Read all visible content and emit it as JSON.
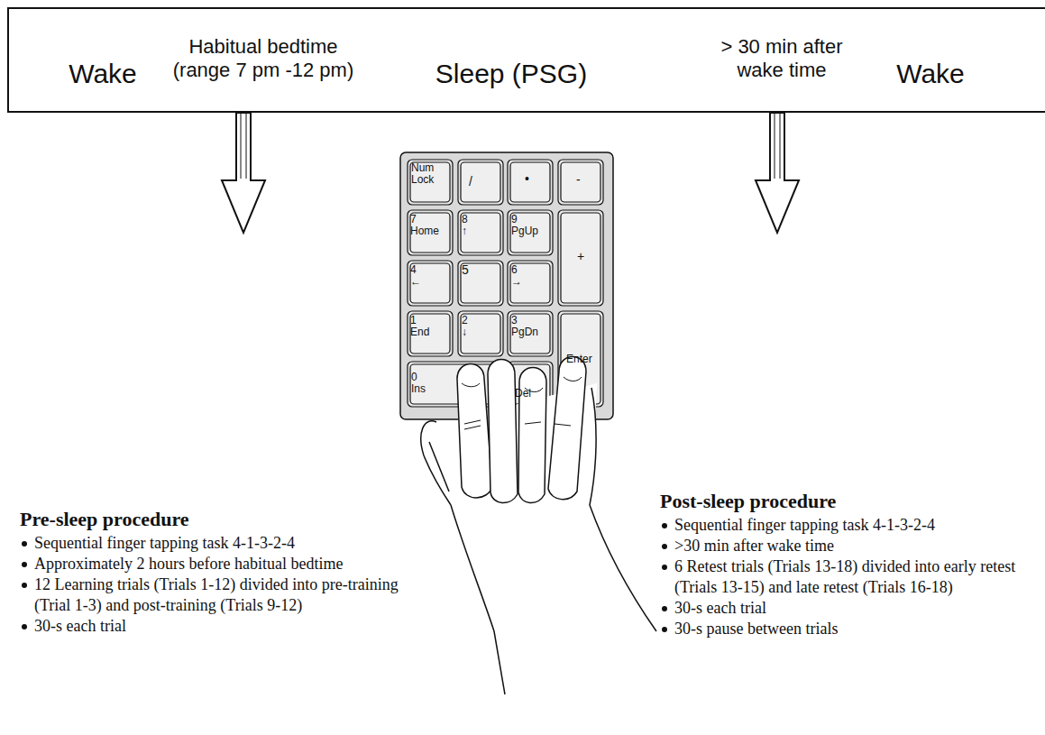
{
  "diagram": {
    "nodes": [
      {
        "text": [
          "Wake",
          "Habitual bedtime (range 7 pm -12 pm)",
          "Sleep (PSG)",
          "> 30 min after wake time",
          "Wake"
        ]
      },
      {
        "text": [
          "Pre-sleep procedure",
          "Sequential finger tapping task 4-1-3-2-4",
          "Approximately 2 hours before habitual bedtime",
          "12 Learning trials (Trials 1-12) divided into pre-training (Trial 1-3) and post-training (Trials 9-12)",
          "30-s each trial"
        ]
      },
      {
        "text": [
          "Post-sleep procedure",
          "Sequential finger tapping task 4-1-3-2-4",
          ">30 min after wake time",
          "6 Retest trials (Trials 13-18) divided into early retest (Trials 13-15) and late retest (Trials 16-18)",
          "30-s each trial",
          "30-s pause between trials"
        ]
      }
    ],
    "edges": [
      {
        "from": 0,
        "to": 1,
        "arrow": "to"
      },
      {
        "from": 0,
        "to": 2,
        "arrow": "to"
      }
    ],
    "labels": [
      "Num Lock",
      "/",
      "•",
      "-",
      "7 Home",
      "8 ↑",
      "9 PgUp",
      "+",
      "4 ←",
      "5",
      "6 →",
      "1 End",
      "2 ↓",
      "3 PgDn",
      "Enter",
      "0 Ins",
      "Del"
    ]
  }
}
